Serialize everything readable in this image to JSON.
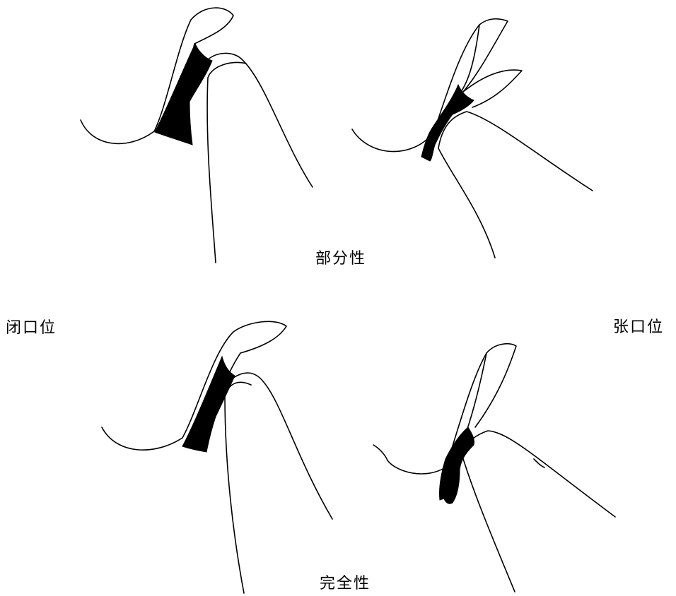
{
  "labels": {
    "partial": "部分性",
    "complete": "完全性",
    "closed_mouth": "闭口位",
    "open_mouth": "张口位"
  },
  "colors": {
    "line": "#000000",
    "disc_fill": "#000000",
    "background": "#ffffff"
  }
}
